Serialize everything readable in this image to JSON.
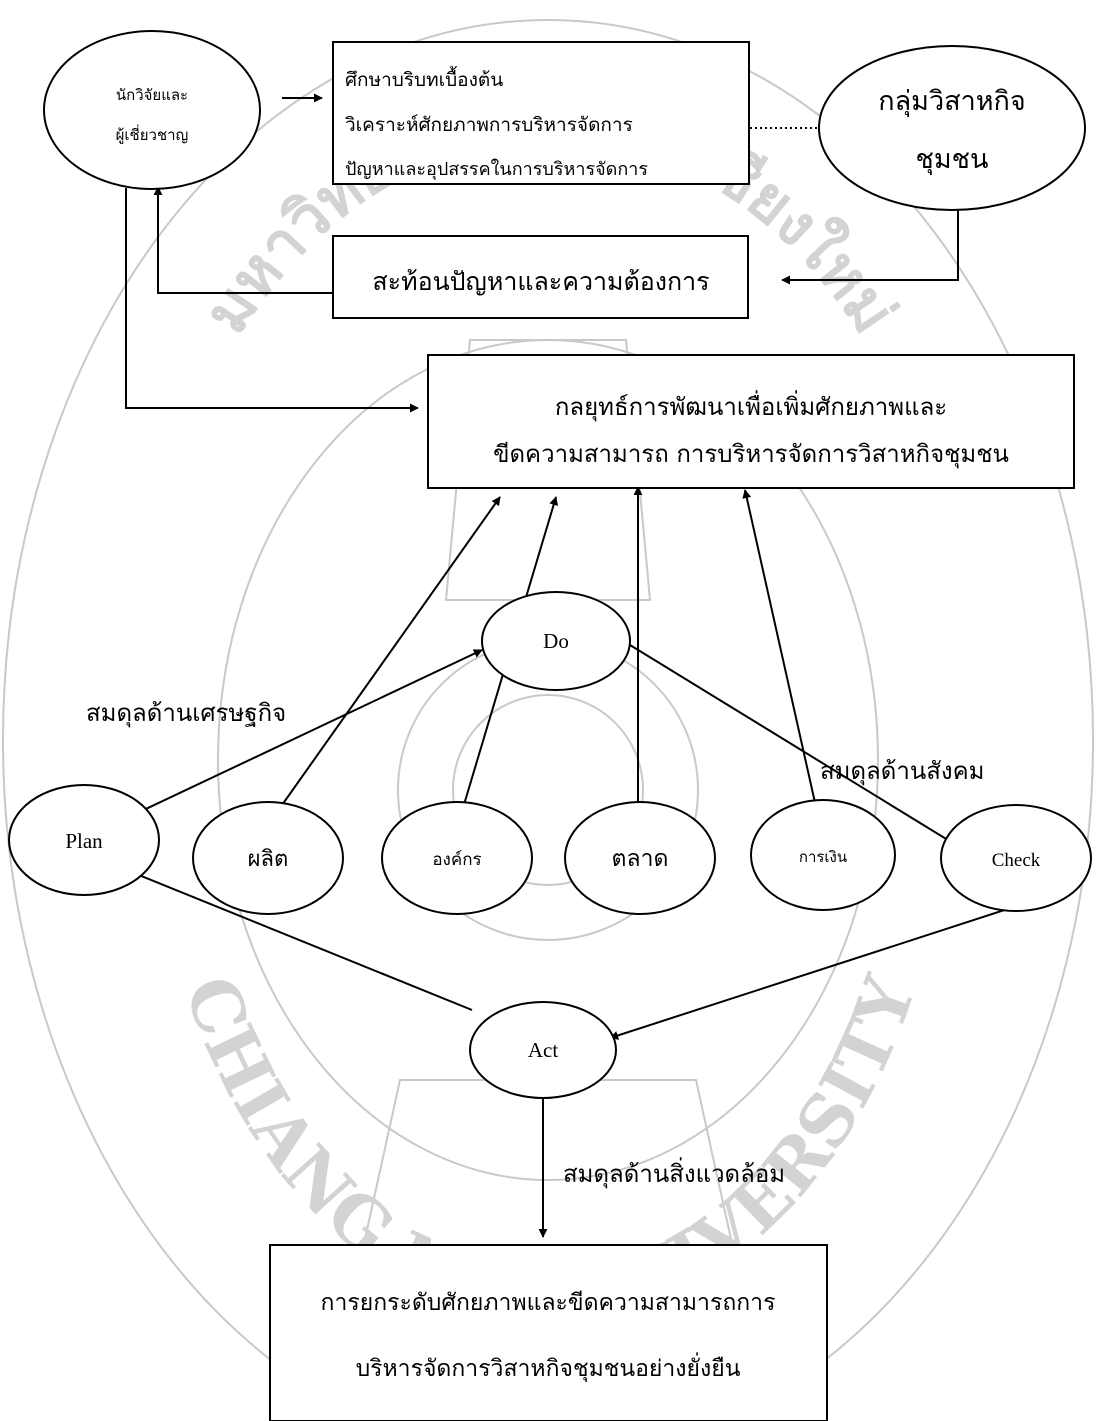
{
  "nodes": {
    "researchers": {
      "line1": "นักวิจัยและ",
      "line2": "ผู้เชี่ยวชาญ"
    },
    "study": {
      "line1": "ศึกษาบริบทเบื้องต้น",
      "line2": "วิเคราะห์ศักยภาพการบริหารจัดการ",
      "line3": "ปัญหาและอุปสรรคในการบริหารจัดการ"
    },
    "community_group": {
      "line1": "กลุ่มวิสาหกิจ",
      "line2": "ชุมชน"
    },
    "reflect": {
      "label": "สะท้อนปัญหาและความต้องการ"
    },
    "strategy": {
      "line1": "กลยุทธ์การพัฒนาเพื่อเพิ่มศักยภาพและ",
      "line2": "ขีดความสามารถ การบริหารจัดการวิสาหกิจชุมชน"
    },
    "plan": {
      "label": "Plan"
    },
    "do": {
      "label": "Do"
    },
    "check": {
      "label": "Check"
    },
    "act": {
      "label": "Act"
    },
    "production": {
      "label": "ผลิต"
    },
    "organization": {
      "label": "องค์กร"
    },
    "marketing": {
      "label": "ตลาด"
    },
    "finance": {
      "label": "การเงิน"
    },
    "result": {
      "line1": "การยกระดับศักยภาพและขีดความสามารถการ",
      "line2": "บริหารจัดการวิสาหกิจชุมชนอย่างยั่งยืน"
    }
  },
  "edge_labels": {
    "economic": "สมดุลด้านเศรษฐกิจ",
    "social": "สมดุลด้านสังคม",
    "environment": "สมดุลด้านสิ่งแวดล้อม"
  },
  "watermark": {
    "top": "มหาวิทยาลัยราชภัฏเชียงใหม่",
    "bottom": "CHIANG MAI UNIVERSITY"
  },
  "colors": {
    "line": "#000000",
    "watermark": "#c9c9c9"
  }
}
